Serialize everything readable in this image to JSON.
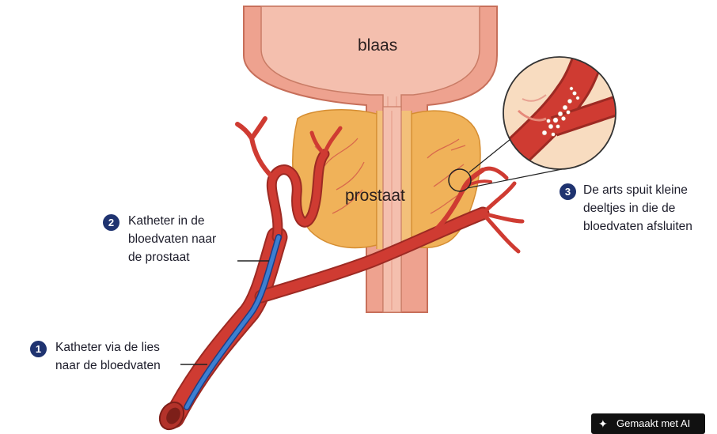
{
  "organs": {
    "bladder": "blaas",
    "prostate": "prostaat"
  },
  "steps": [
    {
      "number": "1",
      "lines": [
        "Katheter via de lies",
        "naar de bloedvaten"
      ]
    },
    {
      "number": "2",
      "lines": [
        "Katheter in de",
        "bloedvaten naar",
        "de prostaat"
      ]
    },
    {
      "number": "3",
      "lines": [
        "De arts spuit kleine",
        "deeltjes in die de",
        "bloedvaten afsluiten"
      ]
    }
  ],
  "badge": {
    "icon": "sparkle-icon",
    "text": "Gemaakt met AI"
  },
  "colors": {
    "bladder": "#eea28f",
    "prostate": "#f0b259",
    "vessel": "#cf3b32",
    "catheter": "#3d7fd1",
    "marker": "#1f3370"
  }
}
